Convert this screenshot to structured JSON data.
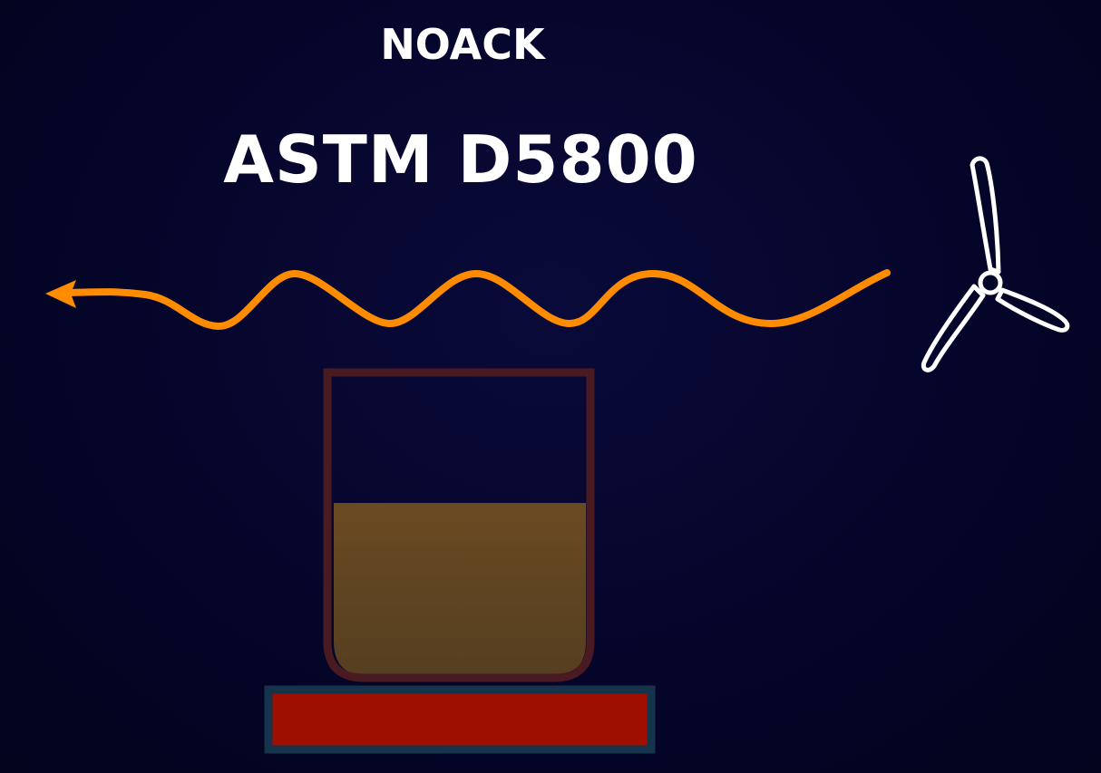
{
  "titles": {
    "method": "NOACK",
    "standard": "ASTM D5800"
  },
  "colors": {
    "background": "#05052a",
    "text": "#ffffff",
    "vapor_flow": "#ff8c00",
    "fan": "#ffffff",
    "crucible_wall": "#4a1a22",
    "oil_top": "#6a4a22",
    "oil_bottom": "#553f20",
    "heater": "#9e0f00",
    "heater_border": "#15334a"
  },
  "icons": {
    "fan": "fan-icon",
    "flow_arrow": "arrow-left-icon"
  },
  "oil_level_fraction": 0.56
}
